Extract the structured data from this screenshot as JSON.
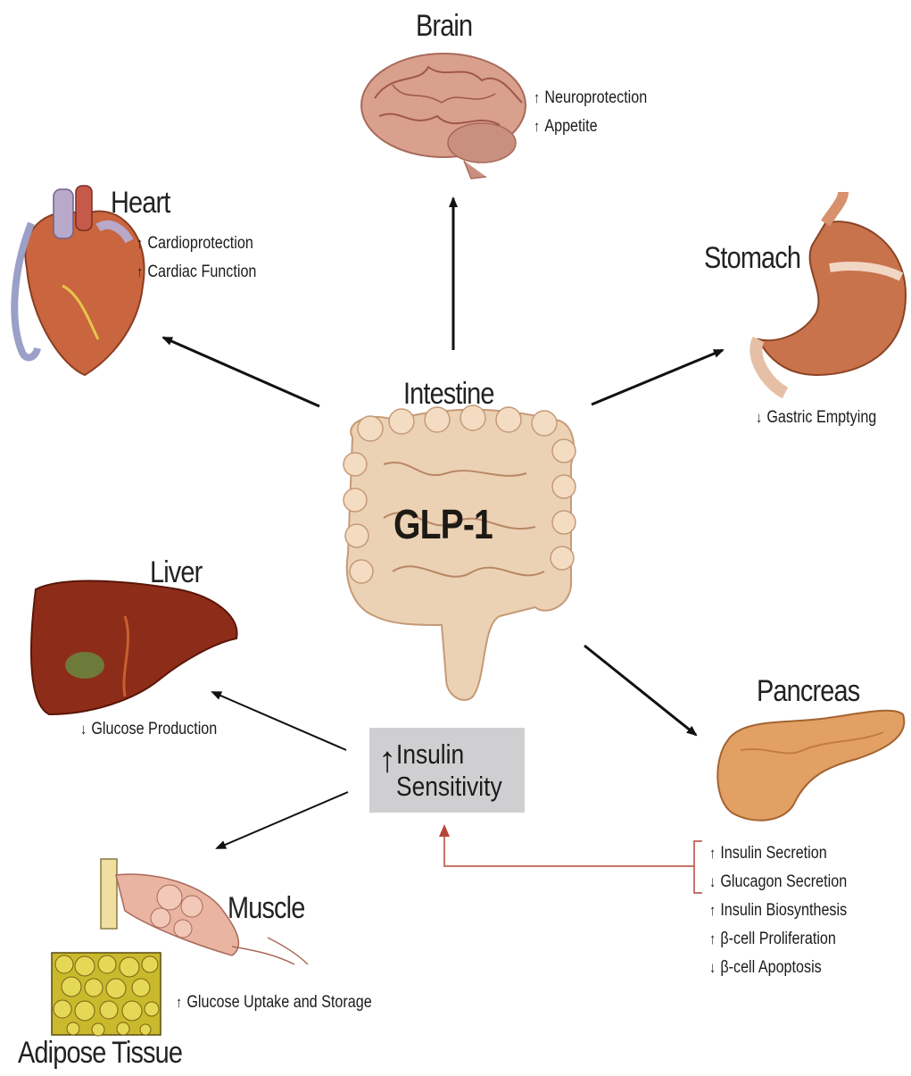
{
  "center": {
    "organ": "Intestine",
    "hormone": "GLP-1"
  },
  "organs": {
    "brain": {
      "name": "Brain",
      "effects": [
        {
          "dir": "up",
          "text": "Neuroprotection"
        },
        {
          "dir": "up",
          "text": "Appetite"
        }
      ]
    },
    "heart": {
      "name": "Heart",
      "effects": [
        {
          "dir": "up",
          "text": "Cardioprotection"
        },
        {
          "dir": "up",
          "text": "Cardiac Function"
        }
      ]
    },
    "stomach": {
      "name": "Stomach",
      "effects": [
        {
          "dir": "down",
          "text": "Gastric Emptying"
        }
      ]
    },
    "liver": {
      "name": "Liver",
      "effects": [
        {
          "dir": "down",
          "text": "Glucose Production"
        }
      ]
    },
    "pancreas": {
      "name": "Pancreas",
      "effects": [
        {
          "dir": "up",
          "text": "Insulin Secretion"
        },
        {
          "dir": "down",
          "text": "Glucagon Secretion"
        },
        {
          "dir": "up",
          "text": "Insulin Biosynthesis"
        },
        {
          "dir": "up",
          "text": "β-cell Proliferation"
        },
        {
          "dir": "down",
          "text": "β-cell Apoptosis"
        }
      ]
    },
    "muscle": {
      "name": "Muscle",
      "effects": [
        {
          "dir": "up",
          "text": "Glucose Uptake and Storage"
        }
      ]
    },
    "adipose": {
      "name": "Adipose Tissue"
    }
  },
  "insulin_sensitivity": {
    "dir": "up",
    "line1": "Insulin",
    "line2": "Sensitivity"
  },
  "symbols": {
    "up": "↑",
    "down": "↓"
  },
  "colors": {
    "arrow": "#111111",
    "feedback_arrow": "#b8453a",
    "box": "#cfcfd1",
    "brain": "#d9a08e",
    "heart": "#c9653f",
    "stomach": "#c8734c",
    "intestine": "#ecd2b4",
    "liver": "#8e2c1a",
    "pancreas": "#e2a064",
    "muscle": "#e9b4a2",
    "adipose": "#c9b92c"
  }
}
